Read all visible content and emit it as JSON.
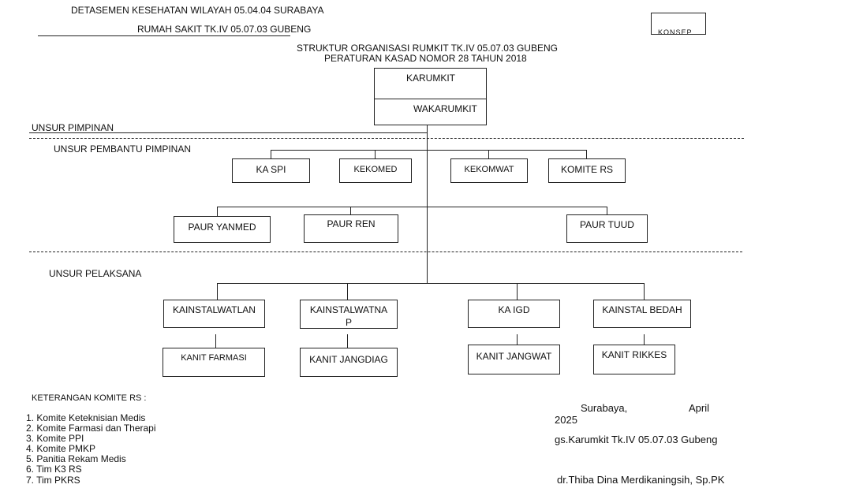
{
  "header": {
    "line1": "DETASEMEN KESEHATAN WILAYAH 05.04.04 SURABAYA",
    "line2": "RUMAH SAKIT TK.IV 05.07.03 GUBENG",
    "stamp": "KONSEP"
  },
  "title": {
    "line1": "STRUKTUR ORGANISASI RUMKIT TK.IV 05.07.03 GUBENG",
    "line2": "PERATURAN KASAD NOMOR 28 TAHUN 2018"
  },
  "sections": {
    "pimpinan": "UNSUR   PIMPINAN",
    "pembantu": "UNSUR PEMBANTU PIMPINAN",
    "pelaksana": "UNSUR   PELAKSANA"
  },
  "boxes": {
    "karumkit": "KARUMKIT",
    "wakarumkit": "WAKARUMKIT",
    "ka_spi": "KA SPI",
    "kekomed": "KEKOMED",
    "kekomwat": "KEKOMWAT",
    "komite_rs": "KOMITE RS",
    "paur_yanmed": "PAUR YANMED",
    "paur_ren": "PAUR REN",
    "paur_tuud": "PAUR TUUD",
    "kainstalwatlan": "KAINSTALWATLAN",
    "kainstalwatnap_1": "KAINSTALWATNA",
    "kainstalwatnap_2": "P",
    "ka_igd": "KA IGD",
    "kainstal_bedah": "KAINSTAL BEDAH",
    "kanit_farmasi": "KANIT FARMASI",
    "kanit_jangdiag": "KANIT JANGDIAG",
    "kanit_jangwat": "KANIT JANGWAT",
    "kanit_rikkes": "KANIT RIKKES"
  },
  "keterangan": {
    "title": "KETERANGAN KOMITE RS :",
    "items": [
      "1. Komite Keteknisian Medis",
      "2. Komite Farmasi dan Therapi",
      "3. Komite PPI",
      "4. Komite PMKP",
      "5. Panitia Rekam Medis",
      "6. Tim K3 RS",
      "7. Tim PKRS"
    ]
  },
  "signature": {
    "city": "Surabaya,",
    "month": "April",
    "year": "2025",
    "position": "gs.Karumkit Tk.IV 05.07.03 Gubeng",
    "name": "dr.Thiba Dina Merdikaningsih, Sp.PK"
  }
}
